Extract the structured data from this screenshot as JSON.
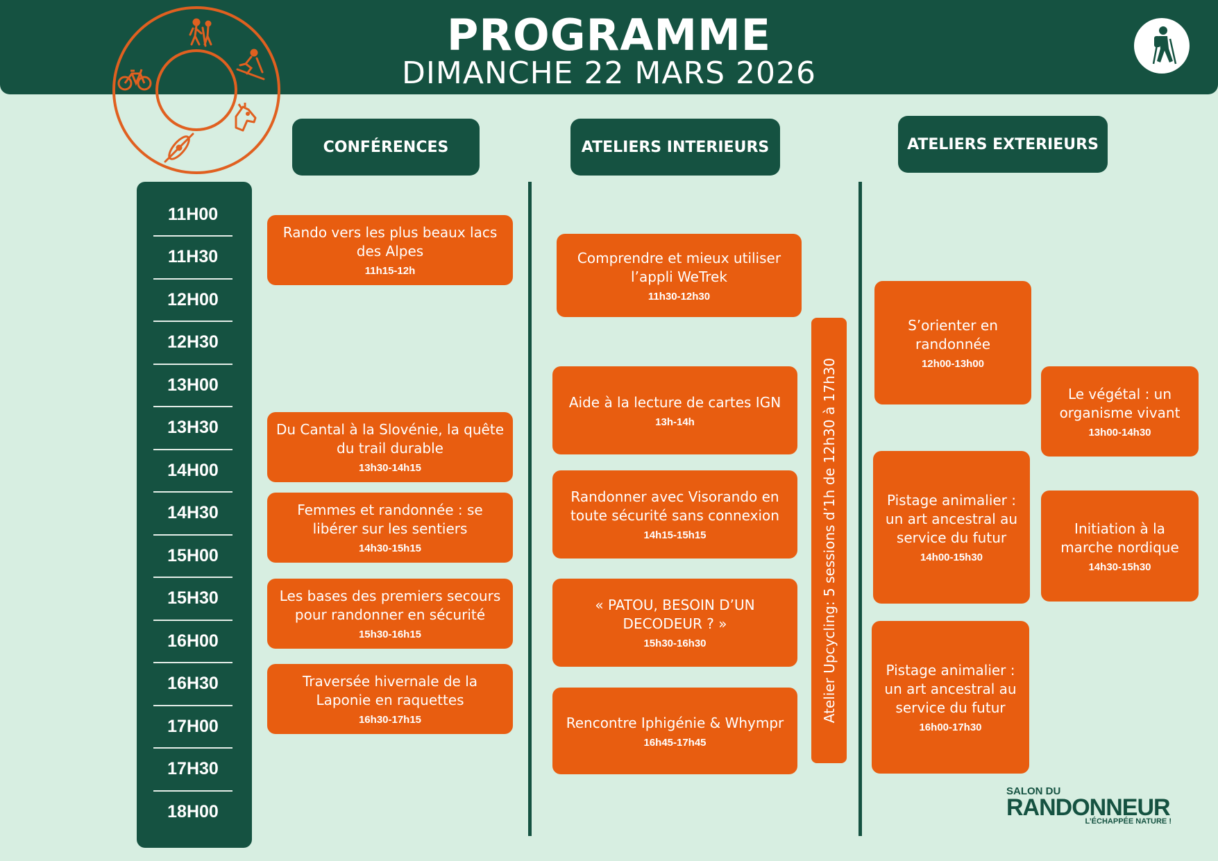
{
  "header": {
    "title": "PROGRAMME",
    "subtitle": "DIMANCHE 22 MARS 2026"
  },
  "columns": {
    "conferences": "CONFÉRENCES",
    "interior": "ATELIERS INTERIEURS",
    "exterior": "ATELIERS EXTERIEURS"
  },
  "timeline": [
    "11H00",
    "11H30",
    "12H00",
    "12H30",
    "13H00",
    "13H30",
    "14H00",
    "14H30",
    "15H00",
    "15H30",
    "16H00",
    "16H30",
    "17H00",
    "17H30",
    "18H00"
  ],
  "conferences": [
    {
      "title": "Rando vers les plus beaux lacs des Alpes",
      "time": "11h15-12h"
    },
    {
      "title": "Du Cantal à la Slovénie, la quête du trail durable",
      "time": "13h30-14h15"
    },
    {
      "title": "Femmes et randonnée : se libérer sur les sentiers",
      "time": "14h30-15h15"
    },
    {
      "title": "Les bases des premiers secours pour randonner en sécurité",
      "time": "15h30-16h15"
    },
    {
      "title": "Traversée hivernale de la Laponie en raquettes",
      "time": "16h30-17h15"
    }
  ],
  "interior": [
    {
      "title": "Comprendre et mieux utiliser l’appli WeTrek",
      "time": "11h30-12h30"
    },
    {
      "title": "Aide à la lecture de cartes IGN",
      "time": "13h-14h"
    },
    {
      "title": "Randonner avec Visorando en toute sécurité sans connexion",
      "time": "14h15-15h15"
    },
    {
      "title": "« PATOU, BESOIN D’UN DECODEUR ? »",
      "time": "15h30-16h30"
    },
    {
      "title": "Rencontre Iphigénie & Whympr",
      "time": "16h45-17h45"
    }
  ],
  "upcycling": "Atelier Upcycling: 5 sessions d’1h de 12h30 à 17h30",
  "exterior": [
    {
      "title": "S’orienter en randonnée",
      "time": "12h00-13h00"
    },
    {
      "title": "Le végétal : un organisme vivant",
      "time": "13h00-14h30"
    },
    {
      "title": "Pistage animalier : un art ancestral au service du futur",
      "time": "14h00-15h30"
    },
    {
      "title": "Initiation à la marche nordique",
      "time": "14h30-15h30"
    },
    {
      "title": "Pistage animalier : un art ancestral au service du futur",
      "time": "16h00-17h30"
    }
  ],
  "logo": {
    "top": "SALON DU",
    "main": "RANDONNEUR",
    "tagline": "L’ÉCHAPPÉE NATURE !"
  },
  "colors": {
    "dark_green": "#155241",
    "orange": "#e85d10",
    "background": "#d7eee1"
  },
  "icons": [
    "hiker-icon",
    "skier-icon",
    "horse-icon",
    "kayak-icon",
    "bicycle-icon",
    "hiker-badge-icon"
  ]
}
